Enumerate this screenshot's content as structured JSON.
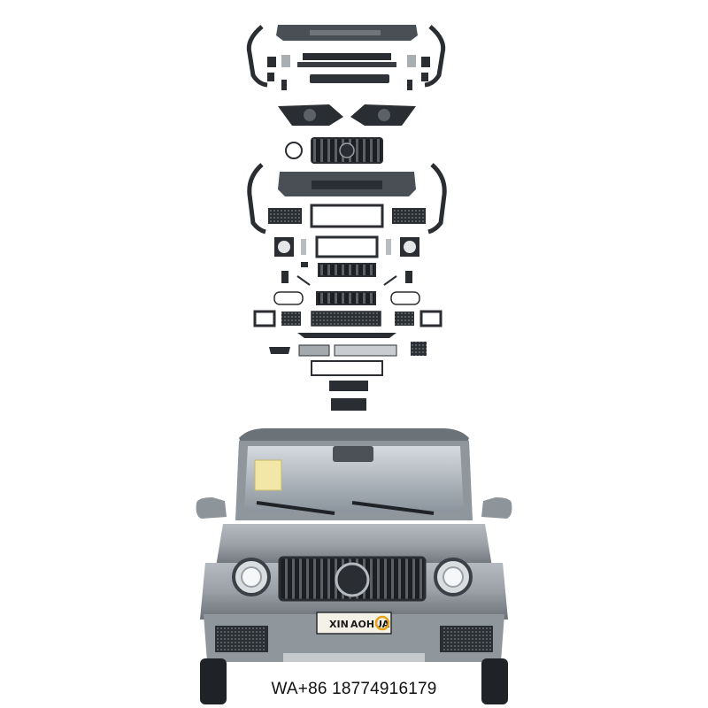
{
  "plate": {
    "left_text": "XIN",
    "right_text": "AOHUA"
  },
  "caption": {
    "contact": "WA+86 18774916179"
  },
  "colors": {
    "part_dark": "#2a2d31",
    "part_mid": "#4a4f55",
    "part_light": "#8a9097",
    "car_body": "#9aa0a6",
    "car_shadow": "#5c6369",
    "plate_bg": "#f4f1e6",
    "plate_logo": "#e8a317"
  }
}
